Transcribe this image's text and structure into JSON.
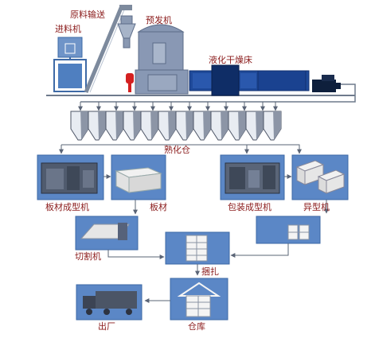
{
  "labels": {
    "raw_transport": "原料输送",
    "pre_expander": "预发机",
    "feeder": "进料机",
    "fluid_dryer": "液化干燥床",
    "maturing_silo": "熟化仓",
    "board_molding_machine": "板材成型机",
    "board": "板材",
    "packaging_molding_machine": "包装成型机",
    "special_shape_machine": "异型机",
    "cutting_machine": "切割机",
    "bundling": "捆扎",
    "warehouse": "仓库",
    "outbound": "出厂"
  },
  "colors": {
    "panel_blue": "#5b87c6",
    "dark_blue": "#1f3f86",
    "machine_gray": "#7f8fa8",
    "label_red": "#8a1a1a",
    "line_gray": "#6e7a8c",
    "red_valve": "#d42020"
  }
}
